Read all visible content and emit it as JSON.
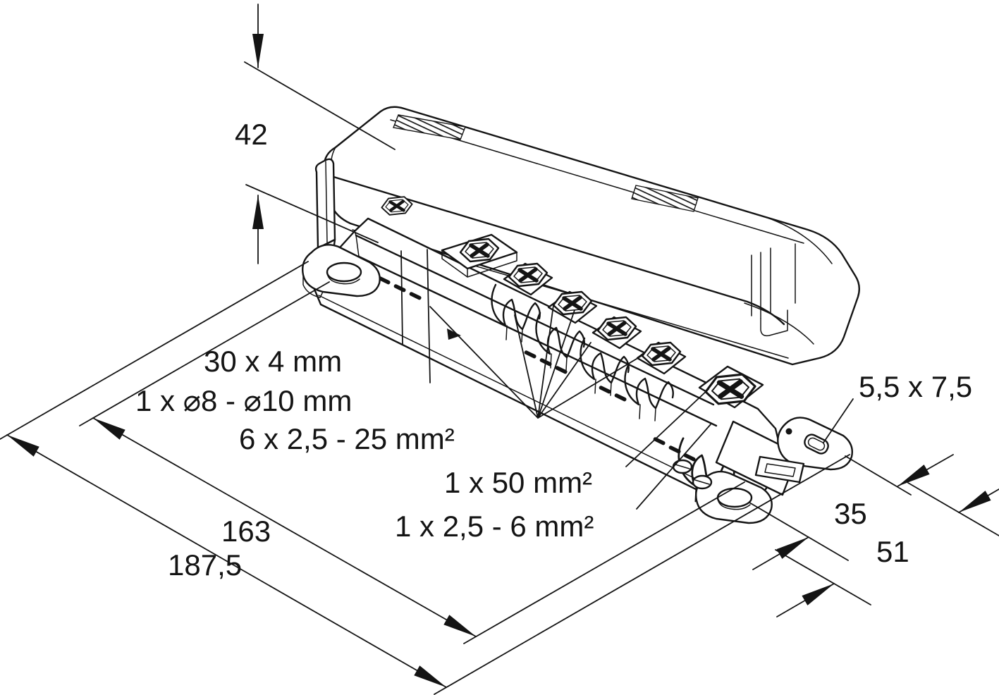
{
  "page": {
    "background": "#ffffff"
  },
  "drawing": {
    "kind": "isometric dimensioned technical line drawing",
    "subject": "equipotential bonding terminal bar with snap-on cover",
    "line_color": "#141414",
    "annotations": {
      "height": {
        "label": "42"
      },
      "busbar_cross_section": {
        "label": "30 x 4 mm"
      },
      "round_conductor_clamp": {
        "label": "1 x ⌀8 - ⌀10 mm"
      },
      "terminal_clamps": {
        "label": "6 x 2,5 - 25 mm²"
      },
      "main_terminal": {
        "label": "1 x 50 mm²"
      },
      "aux_terminal": {
        "label": "1 x 2,5 - 6 mm²"
      },
      "mounting_slot": {
        "label": "5,5 x 7,5"
      },
      "end_width_inner": {
        "label": "35"
      },
      "end_width_outer": {
        "label": "51"
      },
      "fixing_hole_spacing": {
        "label": "163"
      },
      "overall_length": {
        "label": "187,5"
      }
    }
  }
}
